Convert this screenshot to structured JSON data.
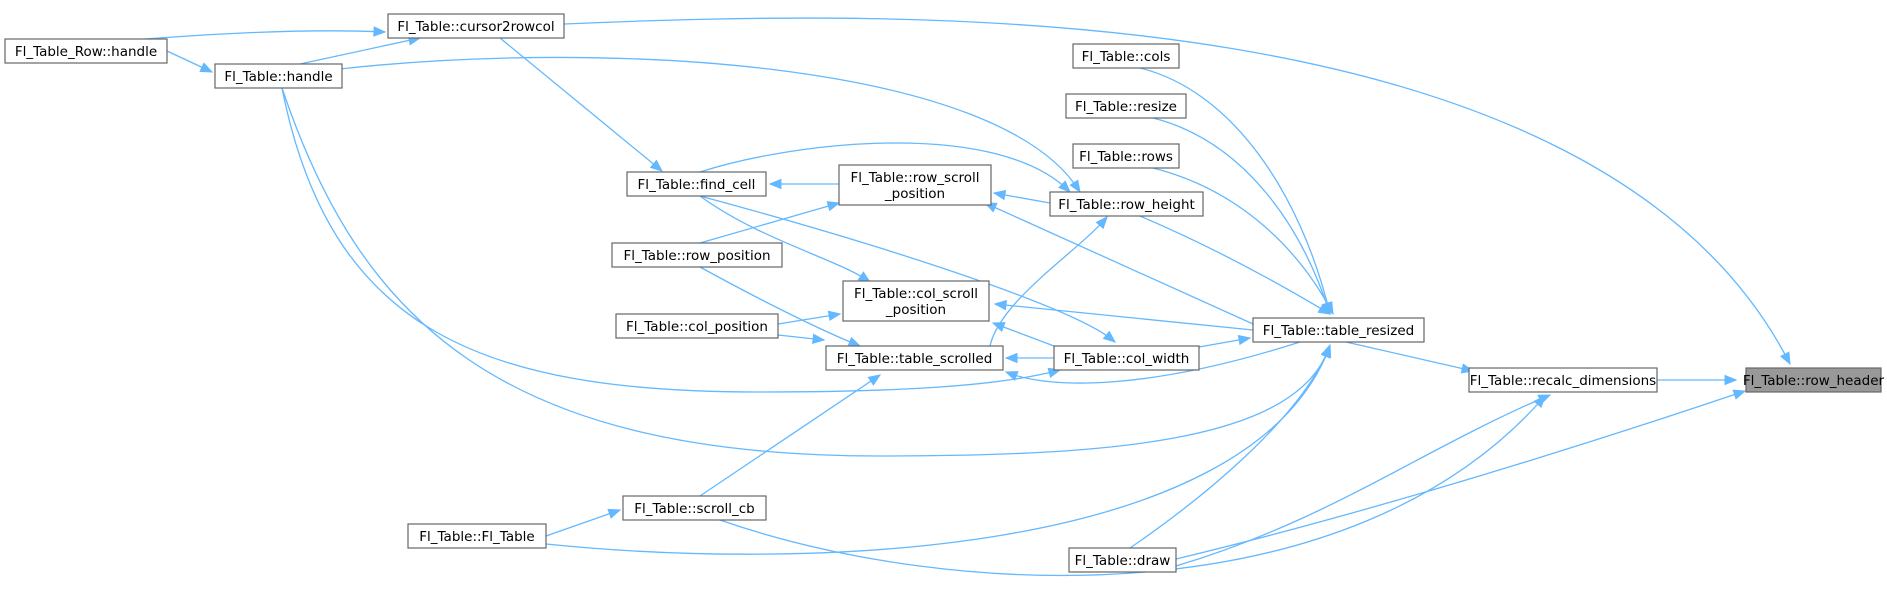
{
  "nodes": {
    "row_header": {
      "lines": [
        "Fl_Table::row_header"
      ],
      "focus": true
    },
    "recalc_dimensions": {
      "lines": [
        "Fl_Table::recalc_dimensions"
      ]
    },
    "table_resized": {
      "lines": [
        "Fl_Table::table_resized"
      ]
    },
    "draw": {
      "lines": [
        "Fl_Table::draw"
      ]
    },
    "cursor2rowcol": {
      "lines": [
        "Fl_Table::cursor2rowcol"
      ]
    },
    "table_row_handle": {
      "lines": [
        "Fl_Table_Row::handle"
      ]
    },
    "handle": {
      "lines": [
        "Fl_Table::handle"
      ]
    },
    "cols": {
      "lines": [
        "Fl_Table::cols"
      ]
    },
    "resize": {
      "lines": [
        "Fl_Table::resize"
      ]
    },
    "rows": {
      "lines": [
        "Fl_Table::rows"
      ]
    },
    "row_height": {
      "lines": [
        "Fl_Table::row_height"
      ]
    },
    "col_width": {
      "lines": [
        "Fl_Table::col_width"
      ]
    },
    "row_scroll_position": {
      "lines": [
        "Fl_Table::row_scroll",
        "_position"
      ]
    },
    "col_scroll_position": {
      "lines": [
        "Fl_Table::col_scroll",
        "_position"
      ]
    },
    "table_scrolled": {
      "lines": [
        "Fl_Table::table_scrolled"
      ]
    },
    "find_cell": {
      "lines": [
        "Fl_Table::find_cell"
      ]
    },
    "row_position": {
      "lines": [
        "Fl_Table::row_position"
      ]
    },
    "col_position": {
      "lines": [
        "Fl_Table::col_position"
      ]
    },
    "scroll_cb": {
      "lines": [
        "Fl_Table::scroll_cb"
      ]
    },
    "fl_table": {
      "lines": [
        "Fl_Table::Fl_Table"
      ]
    }
  },
  "edges": [
    {
      "from": "recalc_dimensions",
      "to": "row_header"
    },
    {
      "from": "cursor2rowcol",
      "to": "row_header"
    },
    {
      "from": "draw",
      "to": "row_header"
    },
    {
      "from": "table_resized",
      "to": "recalc_dimensions"
    },
    {
      "from": "draw",
      "to": "recalc_dimensions"
    },
    {
      "from": "scroll_cb",
      "to": "recalc_dimensions"
    },
    {
      "from": "cols",
      "to": "table_resized"
    },
    {
      "from": "resize",
      "to": "table_resized"
    },
    {
      "from": "rows",
      "to": "table_resized"
    },
    {
      "from": "row_height",
      "to": "table_resized"
    },
    {
      "from": "col_width",
      "to": "table_resized"
    },
    {
      "from": "handle",
      "to": "table_resized"
    },
    {
      "from": "draw",
      "to": "table_resized"
    },
    {
      "from": "fl_table",
      "to": "table_resized"
    },
    {
      "from": "table_resized",
      "to": "row_scroll_position"
    },
    {
      "from": "table_resized",
      "to": "col_scroll_position"
    },
    {
      "from": "table_resized",
      "to": "table_scrolled"
    },
    {
      "from": "handle",
      "to": "cursor2rowcol"
    },
    {
      "from": "table_row_handle",
      "to": "cursor2rowcol"
    },
    {
      "from": "table_row_handle",
      "to": "handle"
    },
    {
      "from": "handle",
      "to": "row_height"
    },
    {
      "from": "find_cell",
      "to": "row_height"
    },
    {
      "from": "table_scrolled",
      "to": "row_height"
    },
    {
      "from": "row_height",
      "to": "row_scroll_position"
    },
    {
      "from": "handle",
      "to": "col_width"
    },
    {
      "from": "find_cell",
      "to": "col_width"
    },
    {
      "from": "col_width",
      "to": "table_scrolled"
    },
    {
      "from": "col_width",
      "to": "col_scroll_position"
    },
    {
      "from": "cursor2rowcol",
      "to": "find_cell"
    },
    {
      "from": "row_scroll_position",
      "to": "find_cell"
    },
    {
      "from": "row_position",
      "to": "row_scroll_position"
    },
    {
      "from": "find_cell",
      "to": "col_scroll_position"
    },
    {
      "from": "col_position",
      "to": "col_scroll_position"
    },
    {
      "from": "col_position",
      "to": "table_scrolled"
    },
    {
      "from": "row_position",
      "to": "table_scrolled"
    },
    {
      "from": "scroll_cb",
      "to": "table_scrolled"
    },
    {
      "from": "fl_table",
      "to": "scroll_cb"
    }
  ],
  "colors": {
    "edge": "#63b8ff",
    "node_border": "#666666",
    "focus_fill": "#999999"
  }
}
